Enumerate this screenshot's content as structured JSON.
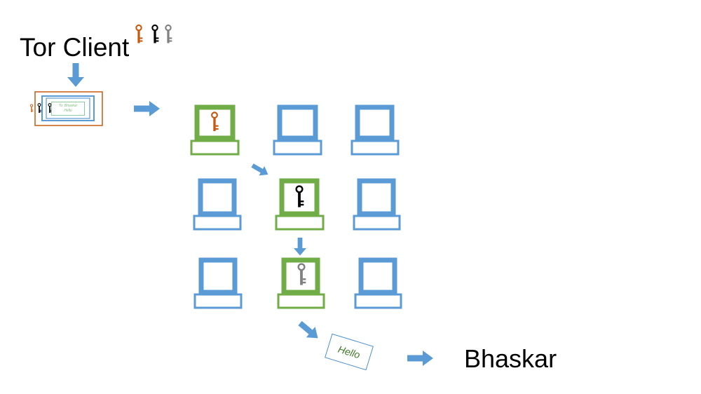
{
  "title": "Tor Client",
  "destination": "Bhaskar",
  "message": "Hello",
  "envelope_note": {
    "line1": "To: Bhaskar",
    "line2": "Hello"
  },
  "colors": {
    "key_outer": "#c55a11",
    "key_middle": "#000000",
    "key_inner": "#808080",
    "node_idle": "#5b9bd5",
    "node_relay": "#70ad47",
    "arrow": "#5b9bd5",
    "envelope_border": "#c55a11",
    "message_text": "#3e7a26"
  },
  "keys": [
    {
      "name": "outer-key",
      "color": "#c55a11"
    },
    {
      "name": "middle-key",
      "color": "#000000"
    },
    {
      "name": "inner-key",
      "color": "#808080"
    }
  ],
  "nodes": [
    {
      "row": 1,
      "col": 1,
      "role": "relay",
      "key": "outer-key"
    },
    {
      "row": 1,
      "col": 2,
      "role": "idle"
    },
    {
      "row": 1,
      "col": 3,
      "role": "idle"
    },
    {
      "row": 2,
      "col": 1,
      "role": "idle"
    },
    {
      "row": 2,
      "col": 2,
      "role": "relay",
      "key": "middle-key"
    },
    {
      "row": 2,
      "col": 3,
      "role": "idle"
    },
    {
      "row": 3,
      "col": 1,
      "role": "idle"
    },
    {
      "row": 3,
      "col": 2,
      "role": "relay",
      "key": "inner-key"
    },
    {
      "row": 3,
      "col": 3,
      "role": "idle"
    }
  ]
}
